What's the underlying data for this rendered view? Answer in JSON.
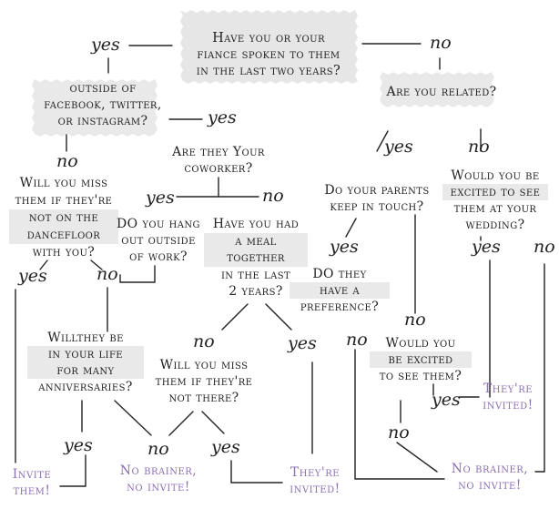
{
  "questions": {
    "q_spoken": [
      "Have you or your",
      "fiance spoken to them",
      "in the last two years?"
    ],
    "q_outside_social": [
      "outside of",
      "facebook, twitter,",
      "or instagram?"
    ],
    "q_related": [
      "Are you related?"
    ],
    "q_coworker": [
      "Are they Your",
      "coworker?"
    ],
    "q_miss_dance": [
      "Will you miss",
      "them if they're",
      "not on the",
      "dancefloor",
      "with you?"
    ],
    "q_hangout": [
      "DO you hang",
      "out outside",
      "of work?"
    ],
    "q_meal": [
      "Have you had",
      "a meal",
      "together",
      "in the last",
      "2 years?"
    ],
    "q_parents": [
      "Do your parents",
      "keep in touch?"
    ],
    "q_excited_wedding": [
      "Would you be",
      "excited to see",
      "them at your",
      "wedding?"
    ],
    "q_preference": [
      "DO they",
      "have a",
      "preference?"
    ],
    "q_anniversaries": [
      "Willthey be",
      "in your life",
      "for many",
      "anniversaries?"
    ],
    "q_miss_there": [
      "Will you miss",
      "them if they're",
      "not there?"
    ],
    "q_excited_see": [
      "Would you",
      "be excited",
      "to see them?"
    ]
  },
  "answers": {
    "yes": "yes",
    "no": "no"
  },
  "outcomes": {
    "invite_them": [
      "Invite",
      "them!"
    ],
    "no_brainer_left": [
      "No brainer,",
      "no invite!"
    ],
    "theyre_invited_mid": [
      "They're",
      "invited!"
    ],
    "theyre_invited_right": [
      "They're",
      "invited!"
    ],
    "no_brainer_right": [
      "No brainer,",
      "no invite!"
    ]
  },
  "colors": {
    "text": "#222222",
    "outcome": "#8d6fb3",
    "highlight": "#e9e9e9",
    "line": "#222222"
  }
}
